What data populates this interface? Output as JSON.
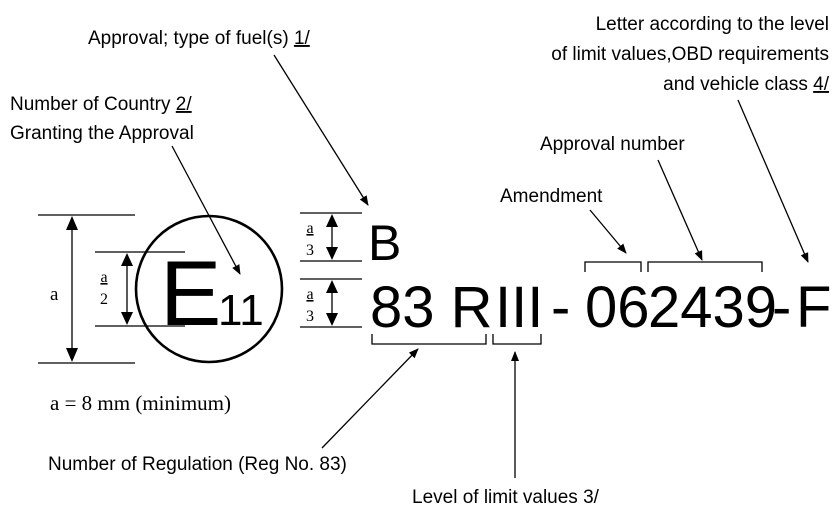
{
  "labels": {
    "approval_fuel": "Approval; type of fuel(s) ",
    "approval_fuel_ref": "1/",
    "country_line1": "Number of Country ",
    "country_ref": "2/",
    "country_line2": "Granting the Approval",
    "letter_line1": "Letter according to the level",
    "letter_line2": "of limit values,OBD requirements",
    "letter_line3": "and vehicle class ",
    "letter_ref": "4/",
    "approval_number": "Approval number",
    "amendment": "Amendment",
    "regulation": "Number of Regulation (Reg No. 83)",
    "limit_values": "Level of limit values  3/"
  },
  "mark": {
    "circle_letter": "E",
    "country_number": "11",
    "fuel_letter": "B",
    "regulation_code": "83 R",
    "limit_level": "III",
    "dash1": "-",
    "amendment_digits": "06",
    "approval_digits": "2439",
    "dash2": "-",
    "class_letter": "F"
  },
  "dimensions": {
    "a_symbol": "a",
    "a_over_2_num": "a",
    "a_over_2_den": "2",
    "a_over_3_top_num": "a",
    "a_over_3_top_den": "3",
    "a_over_3_bot_num": "a",
    "a_over_3_bot_den": "3",
    "min_size": "a  = 8 mm (minimum)"
  }
}
